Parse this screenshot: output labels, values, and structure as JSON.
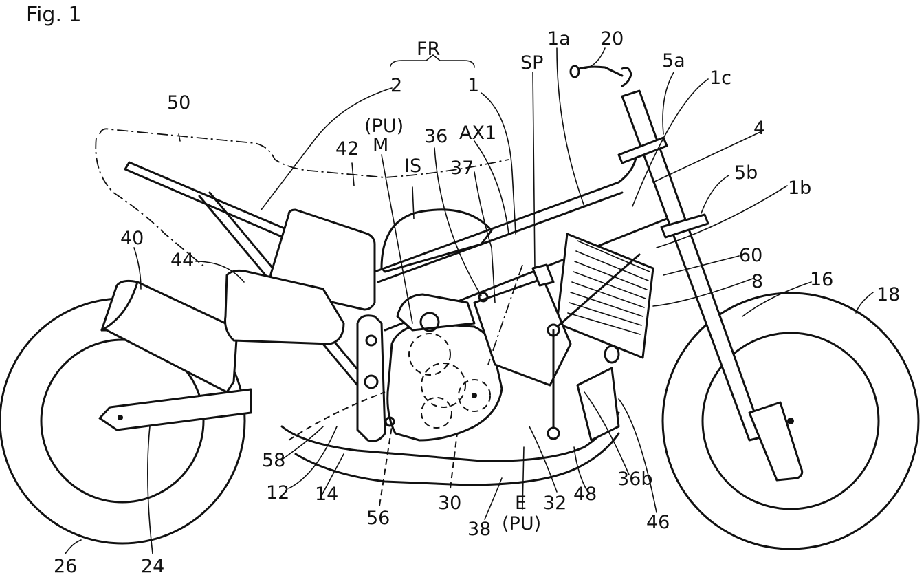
{
  "figure": {
    "title": "Fig. 1",
    "subject": "motorcycle side view (patent drawing)"
  },
  "labels": {
    "FR": "FR",
    "n2": "2",
    "n1": "1",
    "n50": "50",
    "PU_top": "(PU)",
    "M": "M",
    "n36": "36",
    "AX1": "AX1",
    "SP": "SP",
    "n1a": "1a",
    "n20": "20",
    "n5a": "5a",
    "n1c": "1c",
    "n4": "4",
    "n5b": "5b",
    "n1b": "1b",
    "n42": "42",
    "IS": "IS",
    "n37": "37",
    "n60": "60",
    "n8": "8",
    "n16": "16",
    "n18": "18",
    "n40": "40",
    "n44": "44",
    "n58": "58",
    "n12": "12",
    "n14": "14",
    "n56": "56",
    "n30": "30",
    "n38": "38",
    "E": "E",
    "PU_bottom": "(PU)",
    "n32": "32",
    "n48": "48",
    "n36b": "36b",
    "n46": "46",
    "n26": "26",
    "n24": "24"
  }
}
